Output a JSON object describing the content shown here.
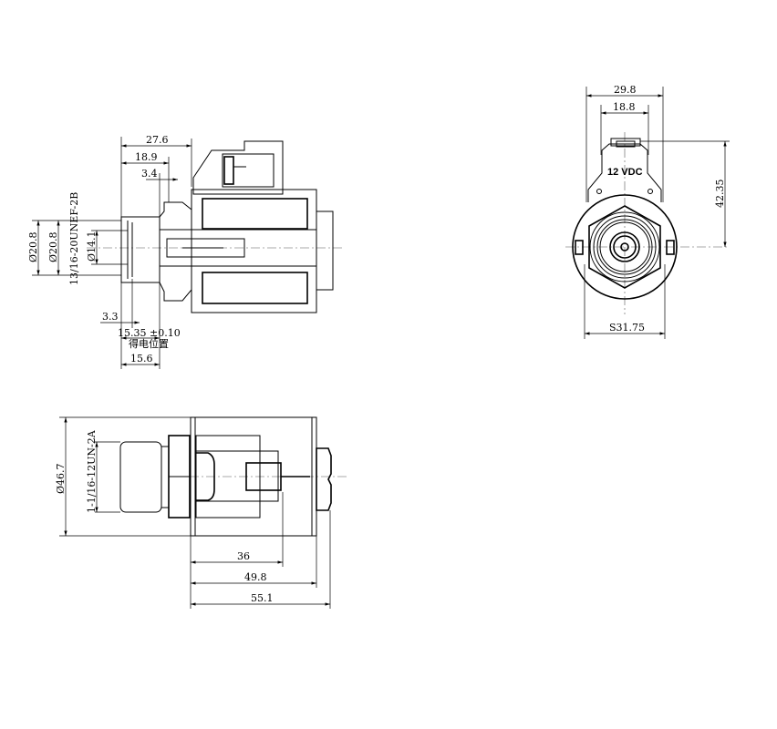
{
  "section_view": {
    "dims": {
      "overall_27_6": "27.6",
      "len_18_9": "18.9",
      "len_3_4": "3.4",
      "dia_outer_a": "Ø20.8",
      "dia_outer_b": "Ø20.8",
      "thread": "13/16-20UNEF-2B",
      "dia_inner": "Ø14.1",
      "len_3_3": "3.3",
      "stroke": "15.35 ±0.10",
      "energized_note": "得电位置",
      "len_15_6": "15.6"
    }
  },
  "end_view": {
    "voltage_label": "12 VDC",
    "dims": {
      "width_29_8": "29.8",
      "width_18_8": "18.8",
      "height_42_35": "42.35",
      "hex_across": "S31.75"
    }
  },
  "top_view": {
    "dims": {
      "dia_46_7": "Ø46.7",
      "thread": "1-1/16-12UN-2A",
      "len_36": "36",
      "len_49_8": "49.8",
      "len_55_1": "55.1"
    }
  }
}
